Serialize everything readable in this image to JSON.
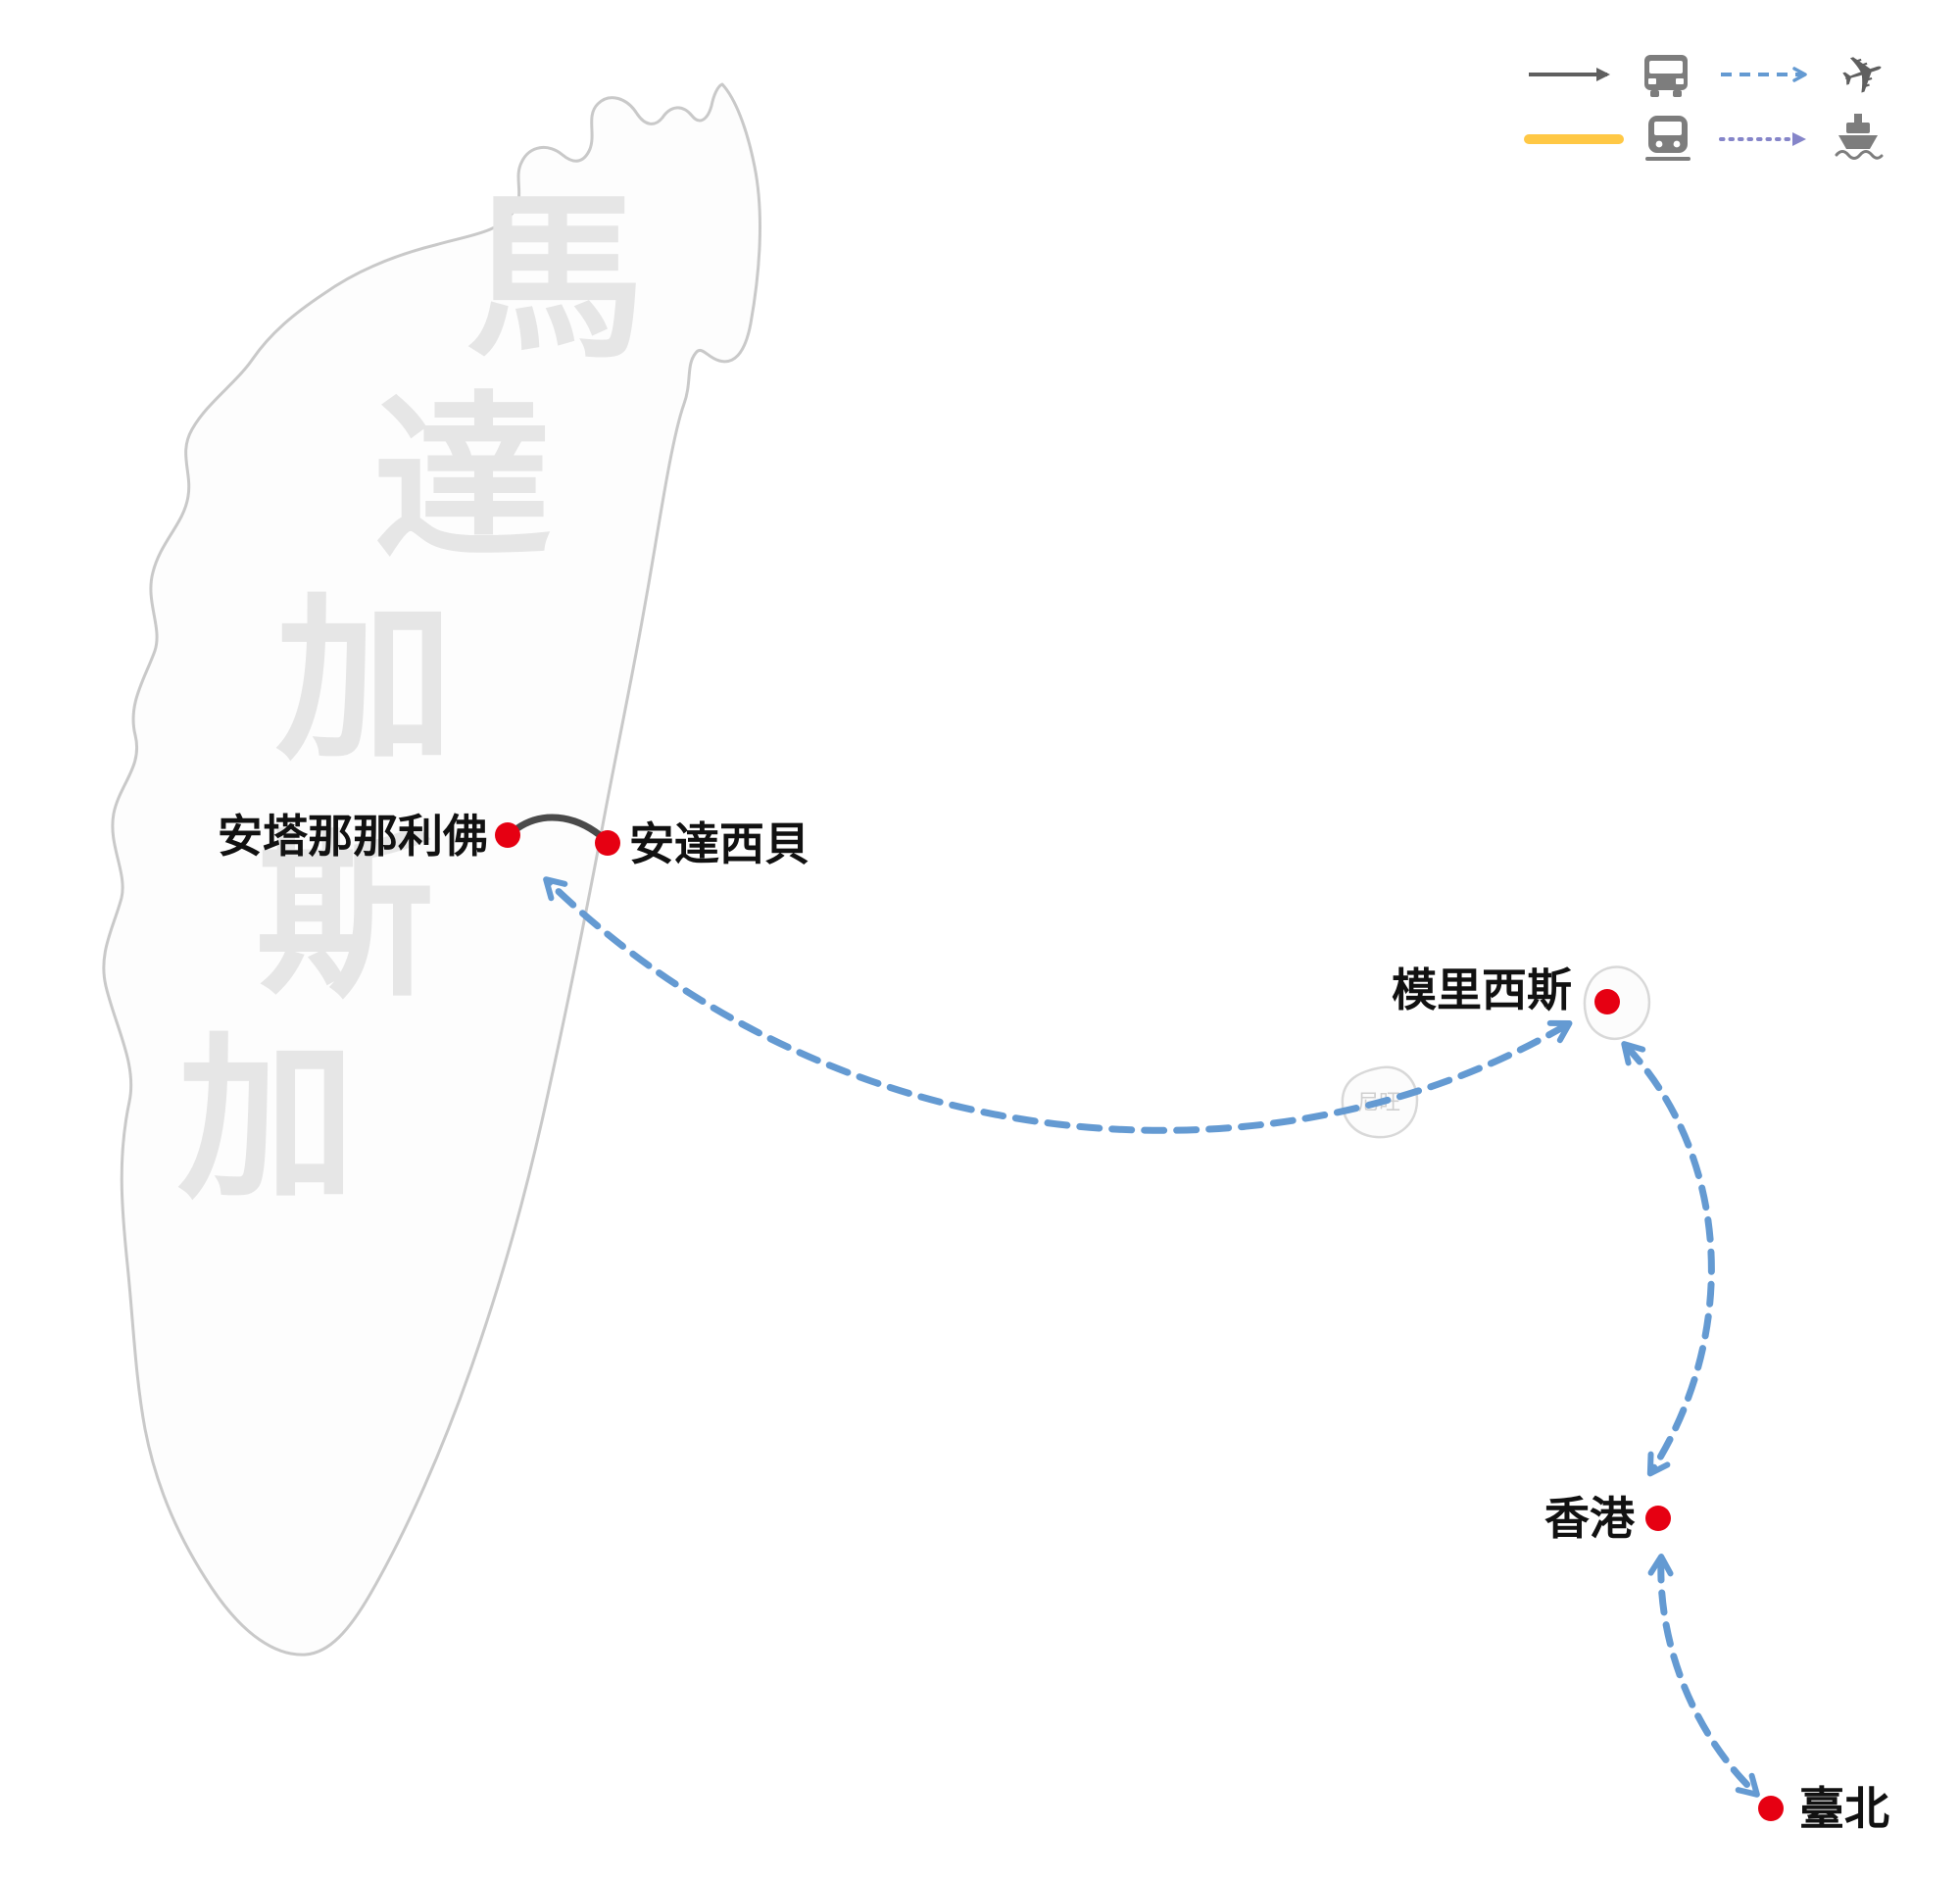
{
  "map": {
    "watermark": {
      "text": "馬達加斯加",
      "chars": [
        "馬",
        "達",
        "加",
        "斯",
        "加"
      ]
    },
    "reunion_island_label": "尼旺"
  },
  "cities": {
    "antananarivo": {
      "label": "安塔那那利佛"
    },
    "andasibe": {
      "label": "安達西貝"
    },
    "mauritius": {
      "label": "模里西斯"
    },
    "hongkong": {
      "label": "香港"
    },
    "taipei": {
      "label": "臺北"
    }
  },
  "routes": [
    {
      "from": "安塔那那利佛",
      "to": "安達西貝",
      "mode": "car",
      "line": "solid"
    },
    {
      "from": "模里西斯",
      "to": "安塔那那利佛",
      "mode": "flight",
      "line": "dashed",
      "bidirectional": true
    },
    {
      "from": "香港",
      "to": "模里西斯",
      "mode": "flight",
      "line": "dashed",
      "bidirectional": true
    },
    {
      "from": "臺北",
      "to": "香港",
      "mode": "flight",
      "line": "dashed",
      "bidirectional": true
    }
  ],
  "legend": {
    "items": [
      {
        "id": "car",
        "icon": "bus-icon",
        "line_style": "solid-arrow",
        "color": "#5f5f5f"
      },
      {
        "id": "flight",
        "icon": "airplane-icon",
        "line_style": "dashed-arrow",
        "color": "#649ad2"
      },
      {
        "id": "train",
        "icon": "train-icon",
        "line_style": "solid-thick",
        "color": "#ffc845"
      },
      {
        "id": "ship",
        "icon": "ship-icon",
        "line_style": "dotted-arrow",
        "color": "#8585c9"
      }
    ]
  },
  "glyphs": {
    "plane": "✈"
  },
  "colors": {
    "city_dot": "#e60012",
    "flight_route": "#649ad2",
    "car_route": "#4a4a4a",
    "train_route": "#ffc845",
    "ship_route": "#8585c9",
    "watermark": "#e6e6e6",
    "island_outline": "#c9c9c9",
    "icon_gray": "#7d7d7d"
  }
}
